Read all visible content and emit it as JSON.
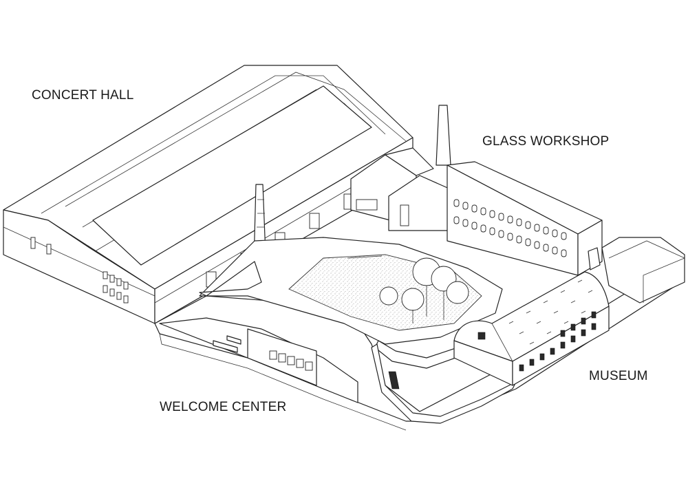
{
  "labels": {
    "concert_hall": "CONCERT HALL",
    "glass_workshop": "GLASS WORKSHOP",
    "museum": "MUSEUM",
    "welcome_center": "WELCOME CENTER"
  },
  "colors": {
    "line": "#222222",
    "background": "#ffffff"
  }
}
